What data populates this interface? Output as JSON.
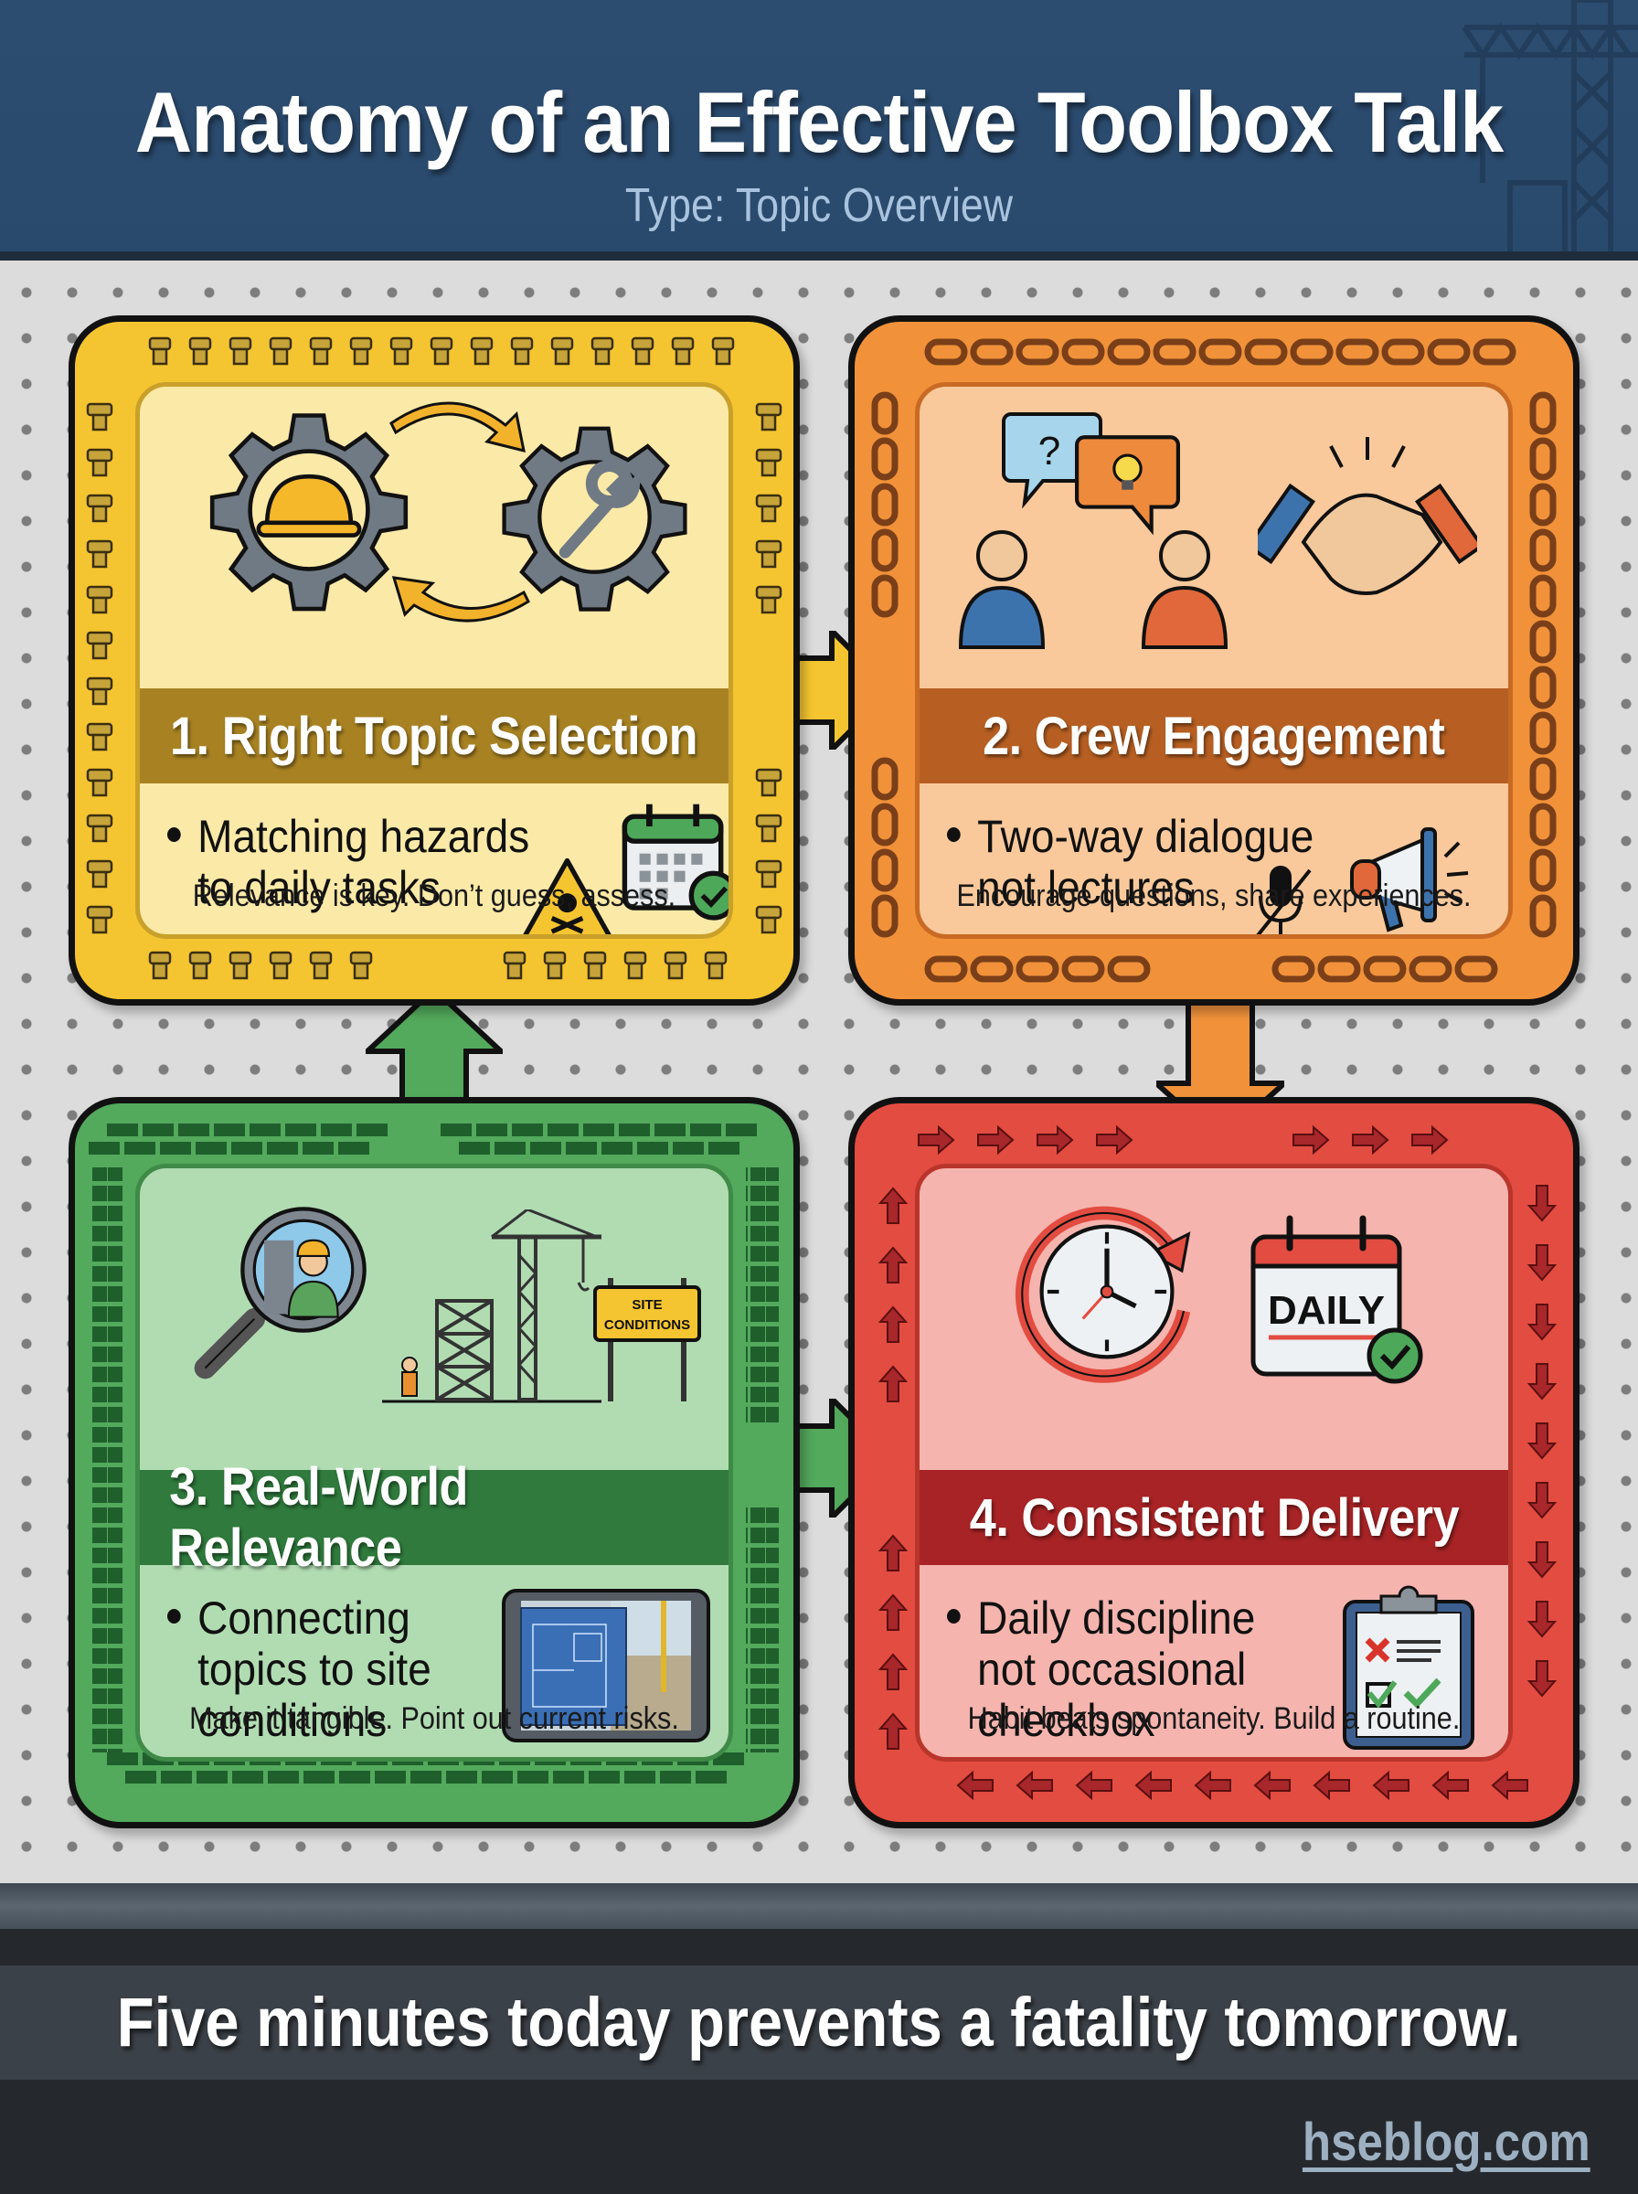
{
  "header": {
    "title": "Anatomy of an Effective Toolbox Talk",
    "subtitle": "Type: Topic Overview"
  },
  "colors": {
    "header_bg": "#2c4c70",
    "card1": "#f5c531",
    "card2": "#f1923a",
    "card3": "#53a95c",
    "card4": "#e34c40",
    "footer_bg": "#25292e",
    "link": "#9db0c2"
  },
  "cards": [
    {
      "title": "1. Right Topic Selection",
      "bullet_lines": [
        "Matching hazards",
        "to daily tasks"
      ],
      "tagline": "Relevance is key. Don’t guess, assess.",
      "border_motif": "bolts",
      "icons": [
        "gear-hardhat-icon",
        "gear-wrench-icon",
        "cycle-arrows-icon",
        "hazard-skull-icon",
        "calendar-check-icon"
      ]
    },
    {
      "title": "2. Crew Engagement",
      "bullet_lines": [
        "Two-way dialogue",
        "not lectures"
      ],
      "tagline": "Encourage questions, share experiences.",
      "border_motif": "chain",
      "icons": [
        "speech-question-icon",
        "speech-lightbulb-icon",
        "people-icon",
        "handshake-icon",
        "muted-mic-icon",
        "megaphone-icon"
      ]
    },
    {
      "title": "3. Real-World Relevance",
      "bullet_lines": [
        "Connecting",
        "topics to site",
        "conditions"
      ],
      "tagline": "Make it tangible. Point out current risks.",
      "border_motif": "bricks",
      "sign_text": [
        "SITE",
        "CONDITIONS"
      ],
      "icons": [
        "magnifier-worker-icon",
        "scaffold-crane-icon",
        "site-sign-icon",
        "tablet-blueprint-icon"
      ]
    },
    {
      "title": "4. Consistent Delivery",
      "bullet_lines": [
        "Daily discipline",
        "not occasional",
        "checkbox"
      ],
      "tagline": "Habit beats spontaneity. Build a routine.",
      "border_motif": "arrows",
      "calendar_text": "DAILY",
      "icons": [
        "clock-repeat-icon",
        "daily-calendar-icon",
        "clipboard-checklist-icon"
      ]
    }
  ],
  "footer": {
    "motto": "Five minutes today prevents a fatality tomorrow.",
    "link": "hseblog.com"
  }
}
